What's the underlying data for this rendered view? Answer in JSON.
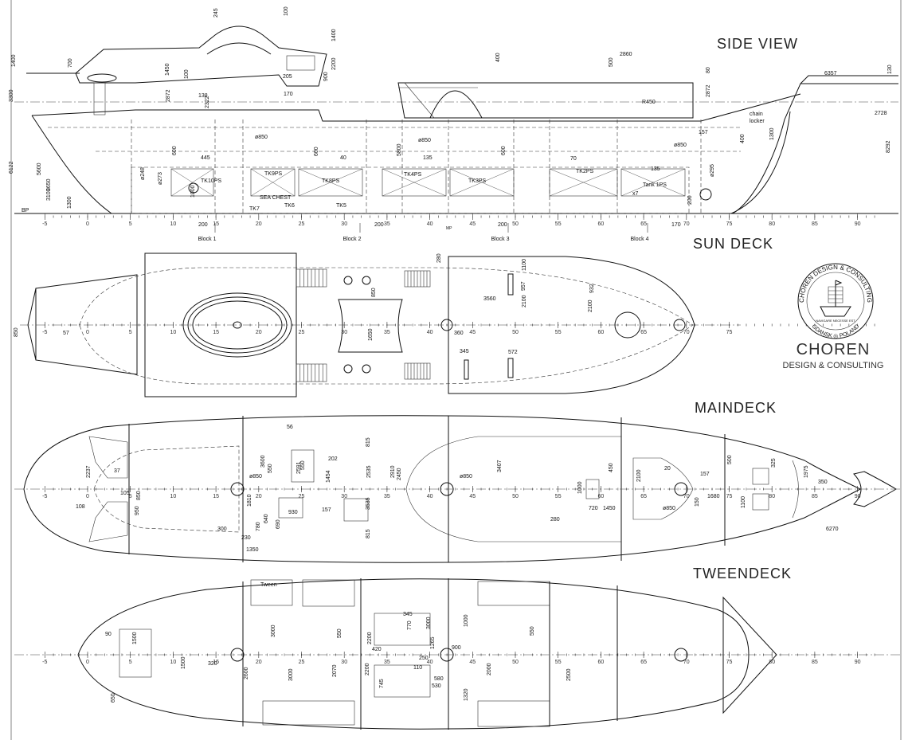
{
  "views": {
    "side": "SIDE VIEW",
    "sun": "SUN DECK",
    "main": "MAINDECK",
    "tween": "TWEENDECK"
  },
  "frame_ticks": [
    "-5",
    "0",
    "5",
    "10",
    "15",
    "20",
    "25",
    "30",
    "35",
    "40",
    "45",
    "50",
    "55",
    "60",
    "65",
    "70",
    "75",
    "80",
    "85",
    "90"
  ],
  "sun_ticks": [
    "-5",
    "0",
    "5",
    "10",
    "15",
    "20",
    "25",
    "30",
    "35",
    "40",
    "45",
    "50",
    "55",
    "60",
    "65",
    "70",
    "75"
  ],
  "blocks": [
    "Block 1",
    "Block 2",
    "Block 3",
    "Block 4"
  ],
  "bp": "BP",
  "side_labels": {
    "tk10": "TK10PS",
    "tk9": "TK9PS",
    "tk8": "TK8PS",
    "tk4": "TK4PS",
    "tk3": "TK3PS",
    "tk2": "TK2PS",
    "tank": "Tank 1PS",
    "sea": "SEA CHEST",
    "tk6": "TK6",
    "tk5": "TK5",
    "tk7": "TK7",
    "chain1": "chain",
    "chain2": "locker",
    "x7": "x7",
    "mp": "MP"
  },
  "side_dims": [
    {
      "t": "245"
    },
    {
      "t": "100"
    },
    {
      "t": "1400"
    },
    {
      "t": "1400"
    },
    {
      "t": "700"
    },
    {
      "t": "1450"
    },
    {
      "t": "100"
    },
    {
      "t": "3300"
    },
    {
      "t": "2872"
    },
    {
      "t": "138"
    },
    {
      "t": "2322"
    },
    {
      "t": "205"
    },
    {
      "t": "170"
    },
    {
      "t": "900"
    },
    {
      "t": "2200"
    },
    {
      "t": "400"
    },
    {
      "t": "2860"
    },
    {
      "t": "500"
    },
    {
      "t": "80"
    },
    {
      "t": "6357"
    },
    {
      "t": "130"
    },
    {
      "t": "R450"
    },
    {
      "t": "2872"
    },
    {
      "t": "2728"
    },
    {
      "t": "1300"
    },
    {
      "t": "157"
    },
    {
      "t": "400"
    },
    {
      "t": "ø850"
    },
    {
      "t": "ø850"
    },
    {
      "t": "ø850"
    },
    {
      "t": "8292"
    },
    {
      "t": "600"
    },
    {
      "t": "600"
    },
    {
      "t": "5800"
    },
    {
      "t": "600"
    },
    {
      "t": "445"
    },
    {
      "t": "40"
    },
    {
      "t": "135"
    },
    {
      "t": "70"
    },
    {
      "t": "135"
    },
    {
      "t": "6122"
    },
    {
      "t": "5600"
    },
    {
      "t": "3650"
    },
    {
      "t": "3100"
    },
    {
      "t": "1300"
    },
    {
      "t": "ø248"
    },
    {
      "t": "ø273"
    },
    {
      "t": "ø295"
    },
    {
      "t": "1000"
    },
    {
      "t": "200"
    },
    {
      "t": "200"
    },
    {
      "t": "200"
    },
    {
      "t": "200"
    },
    {
      "t": "170"
    }
  ],
  "sun_dims": [
    {
      "t": "280"
    },
    {
      "t": "1100"
    },
    {
      "t": "850"
    },
    {
      "t": "957"
    },
    {
      "t": "932"
    },
    {
      "t": "3560"
    },
    {
      "t": "2100"
    },
    {
      "t": "2100"
    },
    {
      "t": "850"
    },
    {
      "t": "57"
    },
    {
      "t": "1650"
    },
    {
      "t": "360"
    },
    {
      "t": "345"
    },
    {
      "t": "572"
    }
  ],
  "main_dims": [
    {
      "t": "56"
    },
    {
      "t": "815"
    },
    {
      "t": "2591"
    },
    {
      "t": "3600"
    },
    {
      "t": "550"
    },
    {
      "t": "550"
    },
    {
      "t": "202"
    },
    {
      "t": "1454"
    },
    {
      "t": "2535"
    },
    {
      "t": "2910"
    },
    {
      "t": "2450"
    },
    {
      "t": "3407"
    },
    {
      "t": "450"
    },
    {
      "t": "2100"
    },
    {
      "t": "20"
    },
    {
      "t": "500"
    },
    {
      "t": "325"
    },
    {
      "t": "2237"
    },
    {
      "t": "37"
    },
    {
      "t": "108"
    },
    {
      "t": "105"
    },
    {
      "t": "850"
    },
    {
      "t": "950"
    },
    {
      "t": "1810"
    },
    {
      "t": "ø850"
    },
    {
      "t": "ø850"
    },
    {
      "t": "ø850"
    },
    {
      "t": "157"
    },
    {
      "t": "930"
    },
    {
      "t": "640"
    },
    {
      "t": "690"
    },
    {
      "t": "780"
    },
    {
      "t": "300"
    },
    {
      "t": "230"
    },
    {
      "t": "1350"
    },
    {
      "t": "3535"
    },
    {
      "t": "815"
    },
    {
      "t": "1000"
    },
    {
      "t": "720"
    },
    {
      "t": "1450"
    },
    {
      "t": "280"
    },
    {
      "t": "157"
    },
    {
      "t": "150"
    },
    {
      "t": "1680"
    },
    {
      "t": "1100"
    },
    {
      "t": "1975"
    },
    {
      "t": "350"
    },
    {
      "t": "6270"
    }
  ],
  "tween_dims": [
    {
      "t": "Tween"
    },
    {
      "t": "90"
    },
    {
      "t": "1500"
    },
    {
      "t": "1500"
    },
    {
      "t": "320"
    },
    {
      "t": "2600"
    },
    {
      "t": "3000"
    },
    {
      "t": "3000"
    },
    {
      "t": "550"
    },
    {
      "t": "2070"
    },
    {
      "t": "2200"
    },
    {
      "t": "2200"
    },
    {
      "t": "345"
    },
    {
      "t": "770"
    },
    {
      "t": "3000"
    },
    {
      "t": "420"
    },
    {
      "t": "250"
    },
    {
      "t": "110"
    },
    {
      "t": "1265"
    },
    {
      "t": "900"
    },
    {
      "t": "1000"
    },
    {
      "t": "550"
    },
    {
      "t": "2000"
    },
    {
      "t": "745"
    },
    {
      "t": "580"
    },
    {
      "t": "530"
    },
    {
      "t": "1320"
    },
    {
      "t": "2500"
    },
    {
      "t": "650"
    }
  ],
  "logo": {
    "ring_top": "CHOREN DESIGN & CONSULTING",
    "ring_bottom": "GDANSK ◎ POLAND",
    "ribbon": "NAVIGARE NECESSE EST",
    "name": "CHOREN",
    "subtitle": "DESIGN & CONSULTING"
  }
}
